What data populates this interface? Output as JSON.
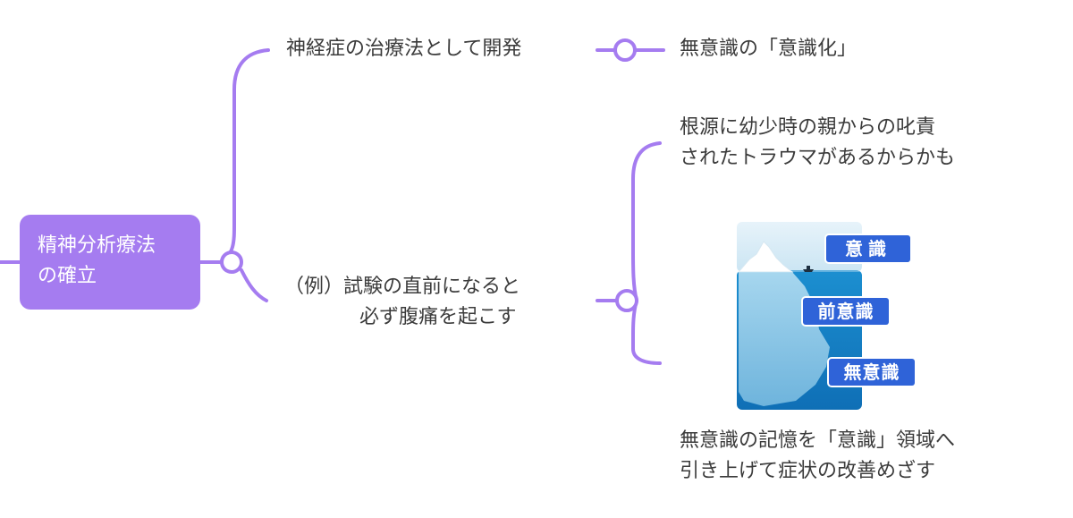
{
  "root": {
    "line1": "精神分析療法",
    "line2": "の確立"
  },
  "topics": {
    "development": "神経症の治療法として開発",
    "making_conscious": "無意識の「意識化」",
    "source": {
      "line1": "根源に幼少時の親からの叱責",
      "line2": "されたトラウマがあるからかも"
    },
    "example": {
      "line1": "（例）試験の直前になると",
      "line2": "必ず腹痛を起こす"
    },
    "memory": {
      "line1": "無意識の記憶を「意識」領域へ",
      "line2": "引き上げて症状の改善めざす"
    }
  },
  "iceberg": {
    "conscious": "意識",
    "preconscious": "前意識",
    "unconscious": "無意識"
  },
  "colors": {
    "accent": "#a57cf0",
    "label_bg": "#2f63d8",
    "arrow": "#e5242b",
    "sea": "#1c8fd0"
  }
}
